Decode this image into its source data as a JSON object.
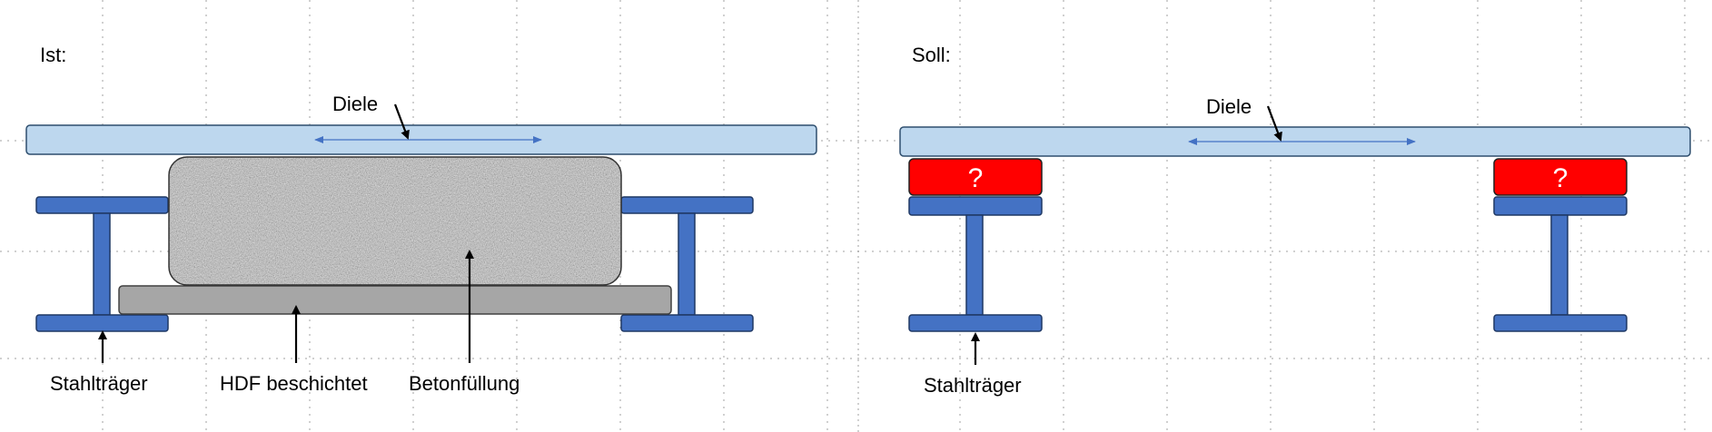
{
  "left": {
    "title": "Ist:",
    "labels": {
      "board": "Diele",
      "beam": "Stahlträger",
      "hdf": "HDF beschichtet",
      "concrete": "Betonfüllung"
    }
  },
  "right": {
    "title": "Soll:",
    "labels": {
      "board": "Diele",
      "beam": "Stahlträger"
    },
    "unknown_marks": [
      "?",
      "?"
    ]
  },
  "colors": {
    "board_fill": "#BDD7EE",
    "board_stroke": "#2F4F6F",
    "beam": "#4472C4",
    "beam_stroke": "#1F3864",
    "hdf_fill": "#A6A6A6",
    "unknown_fill": "#FF0000",
    "concrete_base": "#B8B8B8",
    "grid": "#A0A0A0"
  }
}
